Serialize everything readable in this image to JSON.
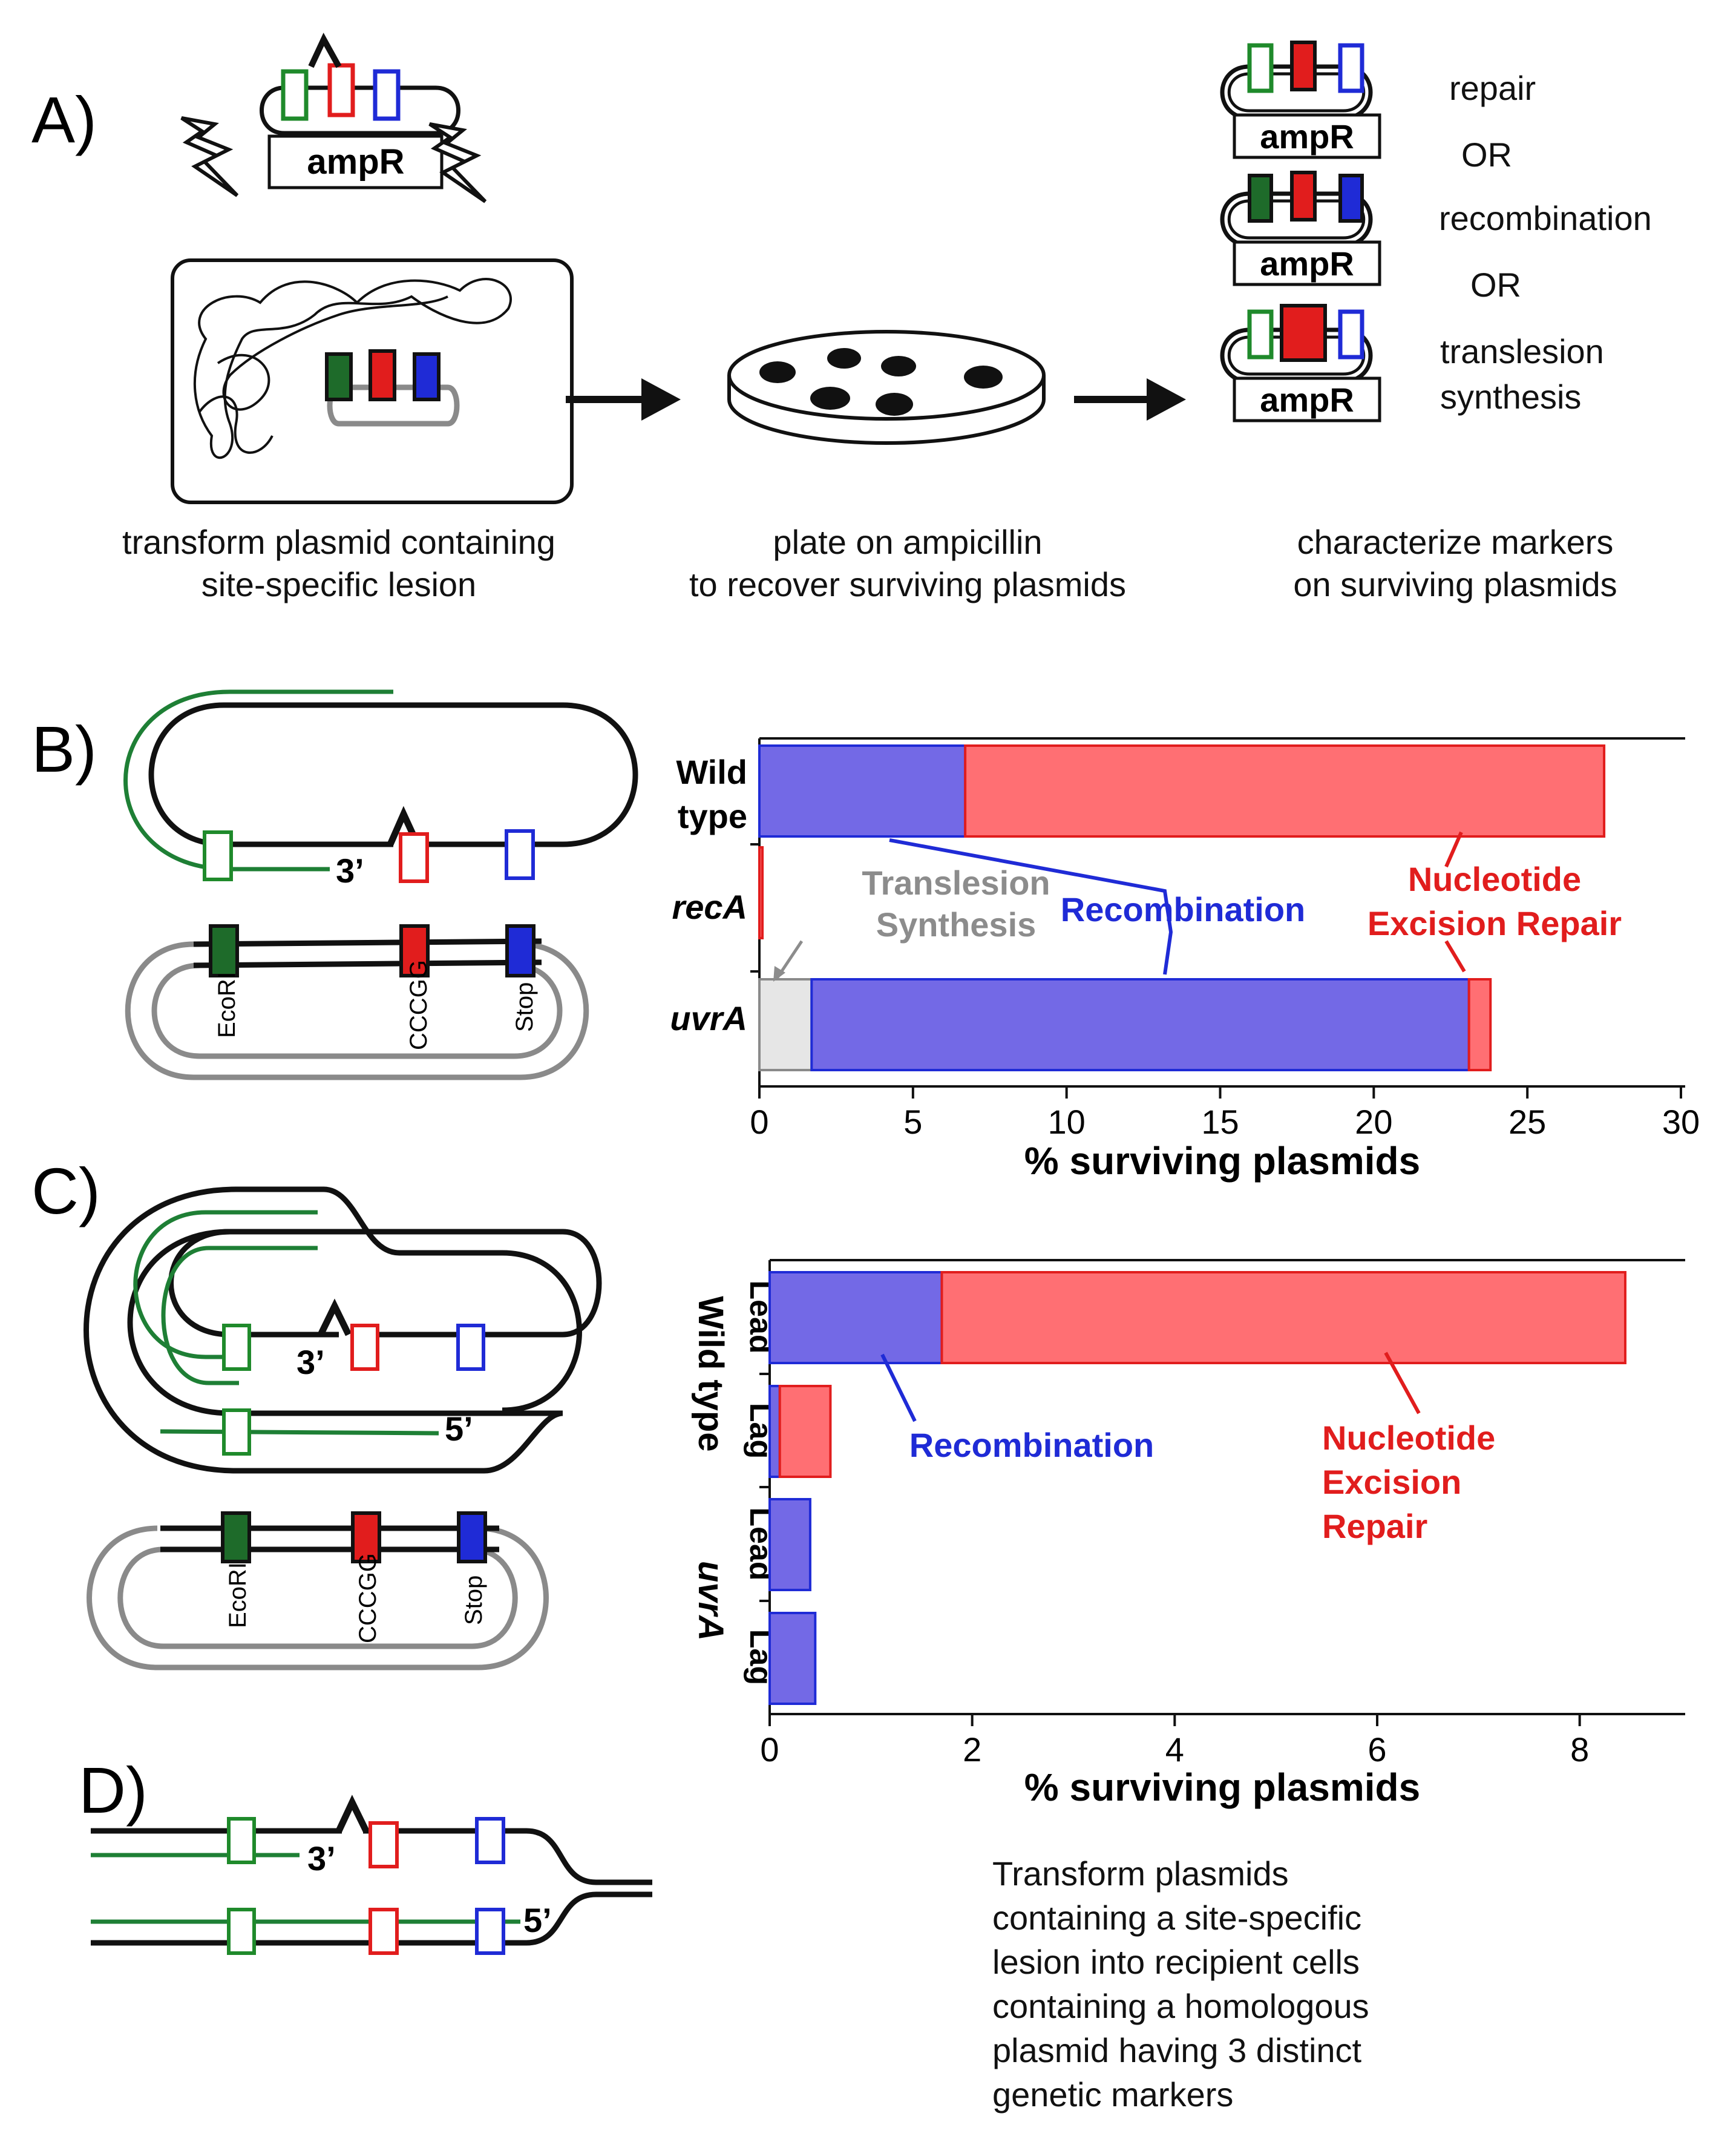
{
  "colors": {
    "green": "#1f8a2b",
    "dark_green": "#1e6b2a",
    "red": "#e11d1d",
    "blue": "#1f2bd6",
    "recomb_fill": "#7369e6",
    "ner_fill": "#ff6f73",
    "tls_fill": "#e6e6e6",
    "tls_text": "#8c8c8c",
    "gray": "#8a8a8a",
    "black": "#111111"
  },
  "panelA": {
    "label": "A)",
    "plasmid_label": "ampR",
    "outcomes": [
      "repair",
      "OR",
      "recombination",
      "OR",
      "translesion",
      "synthesis"
    ],
    "caption_left": [
      "transform plasmid containing",
      "site-specific lesion"
    ],
    "caption_mid": [
      "plate on ampicillin",
      "to recover surviving plasmids"
    ],
    "caption_right": [
      "characterize markers",
      "on surviving plasmids"
    ]
  },
  "panelB": {
    "label": "B)",
    "end_label": "3’",
    "markers": [
      "EcoRI",
      "CCCGG",
      "Stop"
    ]
  },
  "panelC": {
    "label": "C)",
    "end_label_3": "3’",
    "end_label_5": "5’",
    "markers": [
      "EcoRI",
      "CCCGG",
      "Stop"
    ]
  },
  "panelD": {
    "label": "D)",
    "end_label_3": "3’",
    "end_label_5": "5’",
    "note": [
      "Transform plasmids",
      "containing a site-specific",
      "lesion into recipient cells",
      "containing a homologous",
      "plasmid having 3 distinct",
      "genetic markers"
    ]
  },
  "chart_data": [
    {
      "type": "bar",
      "orientation": "horizontal",
      "stacked": true,
      "categories": [
        "Wild type",
        "recA",
        "uvrA"
      ],
      "series": [
        {
          "name": "Translesion Synthesis",
          "values": [
            0,
            0,
            1.7
          ]
        },
        {
          "name": "Recombination",
          "values": [
            6.7,
            0,
            21.4
          ]
        },
        {
          "name": "Nucleotide Excision Repair",
          "values": [
            20.8,
            0.1,
            0.7
          ]
        }
      ],
      "xlabel": "% surviving plasmids",
      "xlim": [
        0,
        30
      ],
      "xticks": [
        0,
        5,
        10,
        15,
        20,
        25,
        30
      ]
    },
    {
      "type": "bar",
      "orientation": "horizontal",
      "stacked": true,
      "groups": [
        "Wild type",
        "uvrA"
      ],
      "categories": [
        "Lead",
        "Lag",
        "Lead",
        "Lag"
      ],
      "series": [
        {
          "name": "Recombination",
          "values": [
            1.7,
            0.1,
            0.4,
            0.45
          ]
        },
        {
          "name": "Nucleotide Excision Repair",
          "values": [
            6.75,
            0.5,
            0,
            0
          ]
        }
      ],
      "xlabel": "% surviving plasmids",
      "xlim": [
        0,
        9
      ],
      "xticks": [
        0,
        2,
        4,
        6,
        8
      ]
    }
  ]
}
